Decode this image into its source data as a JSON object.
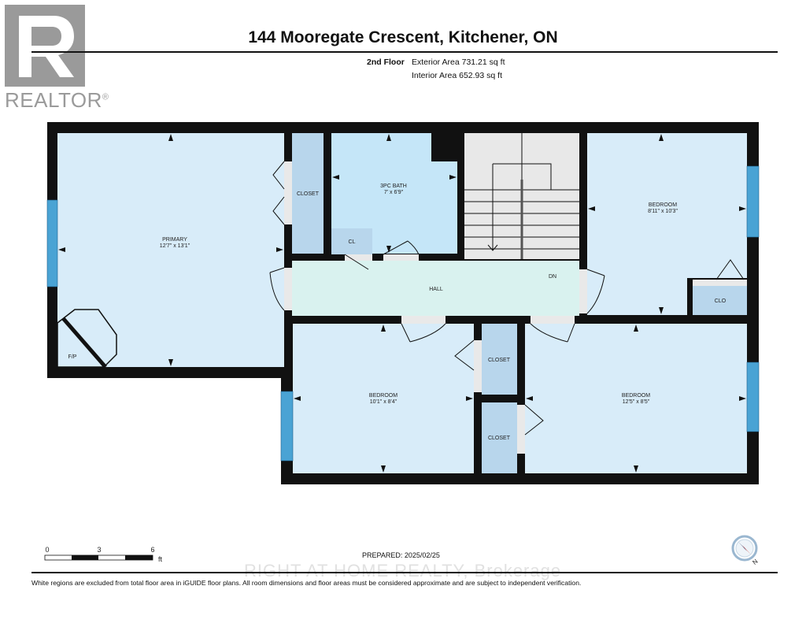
{
  "logo": {
    "wordmark": "REALTOR",
    "registered": "®"
  },
  "header": {
    "address": "144 Mooregate Crescent, Kitchener, ON",
    "floor": "2nd Floor",
    "exterior_area": "Exterior Area 731.21 sq ft",
    "interior_area": "Interior Area 652.93 sq ft"
  },
  "rooms": {
    "primary": {
      "name": "PRIMARY",
      "dims": "12'7\" x 13'1\""
    },
    "closet_primary": {
      "name": "CLOSET"
    },
    "bath": {
      "name": "3PC BATH",
      "dims": "7' x 6'9\""
    },
    "cl": {
      "name": "CL"
    },
    "hall": {
      "name": "HALL"
    },
    "dn": {
      "name": "DN"
    },
    "bedroom_ne": {
      "name": "BEDROOM",
      "dims": "8'11\" x 10'3\""
    },
    "clo": {
      "name": "CLO"
    },
    "fp": {
      "name": "F/P"
    },
    "bedroom_sw": {
      "name": "BEDROOM",
      "dims": "10'1\" x 8'4\""
    },
    "closet_mid_top": {
      "name": "CLOSET"
    },
    "closet_mid_bottom": {
      "name": "CLOSET"
    },
    "bedroom_se": {
      "name": "BEDROOM",
      "dims": "12'5\" x 8'5\""
    }
  },
  "scale": {
    "ticks": [
      "0",
      "3",
      "6"
    ],
    "unit": "ft"
  },
  "prepared": "PREPARED: 2025/02/25",
  "watermark": "RIGHT AT HOME REALTY, Brokerage",
  "disclaimer": "White regions are excluded from total floor area in iGUIDE floor plans. All room dimensions and floor areas must be considered approximate and are subject to independent verification.",
  "compass": {
    "north_label": "N"
  },
  "colors": {
    "room_fill": "#d8ecf9",
    "closet_fill": "#b8d6ec",
    "bath_fill": "#c5e6f8",
    "hall_fill": "#d9f2ef",
    "stairs_fill": "#e8e8e8",
    "wall": "#111111",
    "window": "#4aa3d4"
  }
}
